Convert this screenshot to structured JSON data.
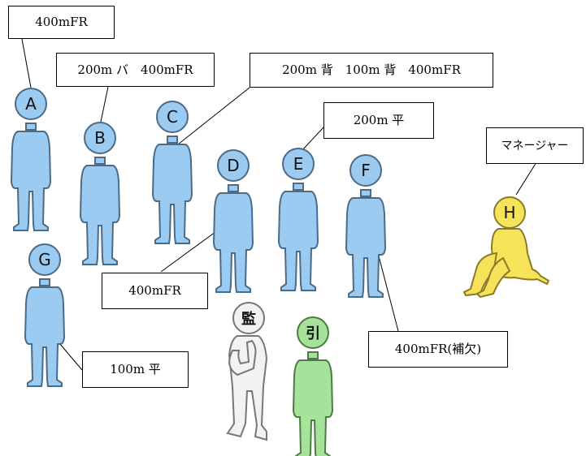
{
  "figures": {
    "A": {
      "letter": "A",
      "label": "400mFR",
      "color": "#9ccbf2"
    },
    "B": {
      "letter": "B",
      "label": "200m バ　400mFR",
      "color": "#9ccbf2"
    },
    "C": {
      "letter": "C",
      "label": "200m 背　100m 背　400mFR",
      "color": "#9ccbf2"
    },
    "D": {
      "letter": "D",
      "label": "400mFR",
      "color": "#9ccbf2"
    },
    "E": {
      "letter": "E",
      "label": "200m 平",
      "color": "#9ccbf2"
    },
    "F": {
      "letter": "F",
      "label": "400mFR(補欠)",
      "color": "#9ccbf2"
    },
    "G": {
      "letter": "G",
      "label": "100m 平",
      "color": "#9ccbf2"
    },
    "H": {
      "letter": "H",
      "label": "マネージャー",
      "color": "#f7e35a"
    },
    "kan": {
      "letter": "監",
      "color": "#f2f2f2"
    },
    "in": {
      "letter": "引",
      "color": "#a6e39a"
    }
  },
  "colors": {
    "outline": "#4b6b87",
    "text": "#000000"
  }
}
